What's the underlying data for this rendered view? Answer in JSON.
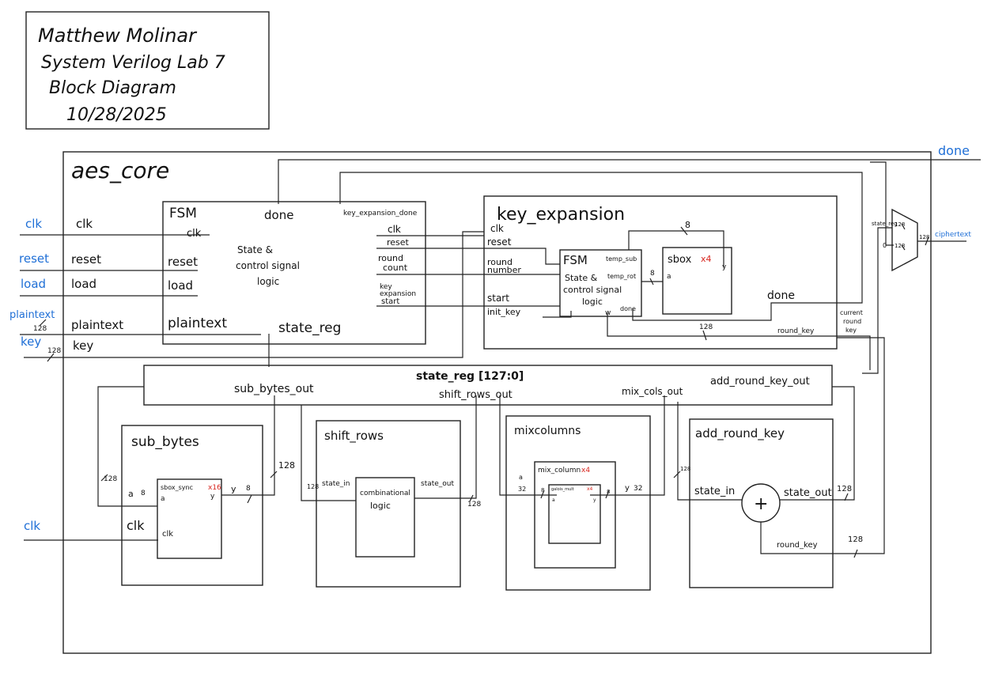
{
  "header": {
    "lines": [
      "Matthew Molinar",
      "System Verilog Lab 7",
      "Block Diagram",
      "10/28/2025"
    ]
  },
  "top": {
    "title": "aes_core",
    "done_out": "done",
    "ciphertext_out": "ciphertext",
    "mux_state_reg": "state_reg",
    "mux_in0": "0",
    "width_128": "128"
  },
  "external_inputs": {
    "clk": "clk",
    "reset": "reset",
    "load": "load",
    "plaintext": "plaintext",
    "key": "key",
    "clk2": "clk",
    "width_128": "128"
  },
  "core_ports": {
    "clk": "clk",
    "reset": "reset",
    "load": "load",
    "plaintext": "plaintext",
    "key": "key"
  },
  "fsm": {
    "title": "FSM",
    "done": "done",
    "key_expansion_done": "key_expansion_done",
    "clk": "clk",
    "reset": "reset",
    "load": "load",
    "plaintext": "plaintext",
    "logic_line1": "State &",
    "logic_line2": "control signal",
    "logic_line3": "logic",
    "state_reg": "state_reg",
    "out_clk": "clk",
    "out_reset": "reset",
    "out_round_count": [
      "round",
      "count"
    ],
    "out_key_expansion_start": [
      "key",
      "expansion",
      "start"
    ]
  },
  "key_expansion": {
    "title": "key_expansion",
    "clk": "clk",
    "reset": "reset",
    "round_number": [
      "round",
      "number"
    ],
    "start": "start",
    "init_key": "init_key",
    "inner_fsm_title": "FSM",
    "inner_logic": [
      "State &",
      "control signal",
      "logic"
    ],
    "temp_sub": "temp_sub",
    "temp_rot": "temp_rot",
    "inner_w": "w",
    "inner_done": "done",
    "sbox_label": "sbox",
    "sbox_count": "x4",
    "sbox_a": "a",
    "sbox_y": "y",
    "width_8": "8",
    "width_8b": "8",
    "done_out": "done",
    "round_key": "round_key",
    "width_128": "128",
    "current_round_key": [
      "current",
      "round",
      "key"
    ]
  },
  "state_reg": {
    "title": "state_reg [127:0]",
    "sub_bytes_out": "sub_bytes_out",
    "shift_rows_out": "shift_rows_out",
    "mix_cols_out": "mix_cols_out",
    "add_round_key_out": "add_round_key_out"
  },
  "sub_bytes": {
    "title": "sub_bytes",
    "inner_label": "sbox_sync",
    "inner_count": "x16",
    "a": "a",
    "y": "y",
    "in_a": "a",
    "in_8": "8",
    "out_y": "y",
    "out_8": "8",
    "clk": "clk",
    "inner_clk": "clk",
    "width_in": "128",
    "width_out": "128"
  },
  "shift_rows": {
    "title": "shift_rows",
    "state_in": "state_in",
    "state_out": "state_out",
    "logic1": "combinational",
    "logic2": "logic",
    "width_in": "128",
    "width_out": "128"
  },
  "mixcolumns": {
    "title": "mixcolumns",
    "inner_title": "mix_column",
    "inner_count": "x4",
    "galois_label": "galois_mult",
    "galois_count": "x4",
    "a_in": "a",
    "w32_in": "32",
    "w8_in": "8",
    "ga": "a",
    "gy": "y",
    "w8_out": "8",
    "y_out": "y",
    "w32_out": "32"
  },
  "add_round_key": {
    "title": "add_round_key",
    "state_in": "state_in",
    "state_out": "state_out",
    "xor_symbol": "+",
    "round_key": "round_key",
    "width_in": "128",
    "width_out": "128",
    "width_rk": "128"
  }
}
